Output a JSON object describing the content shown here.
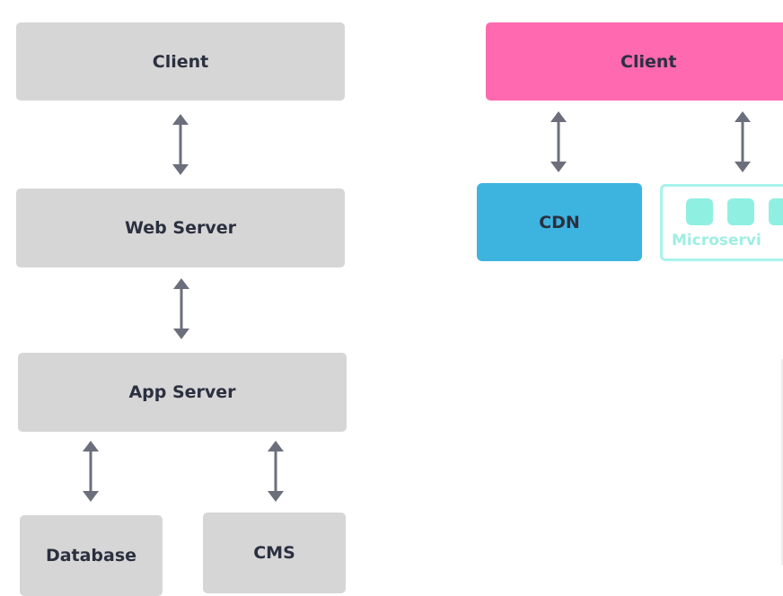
{
  "left_diagram": {
    "client": "Client",
    "web_server": "Web Server",
    "app_server": "App Server",
    "database": "Database",
    "cms": "CMS"
  },
  "right_diagram": {
    "client": "Client",
    "cdn": "CDN",
    "microservices": "Microservi"
  },
  "colors": {
    "box_gray": "#d6d6d6",
    "client_pink": "#ff69b0",
    "cdn_blue": "#3db4e0",
    "microservice_teal": "#8ff0e2",
    "arrow": "#6b6f7b",
    "text_dark": "#2b3040"
  }
}
